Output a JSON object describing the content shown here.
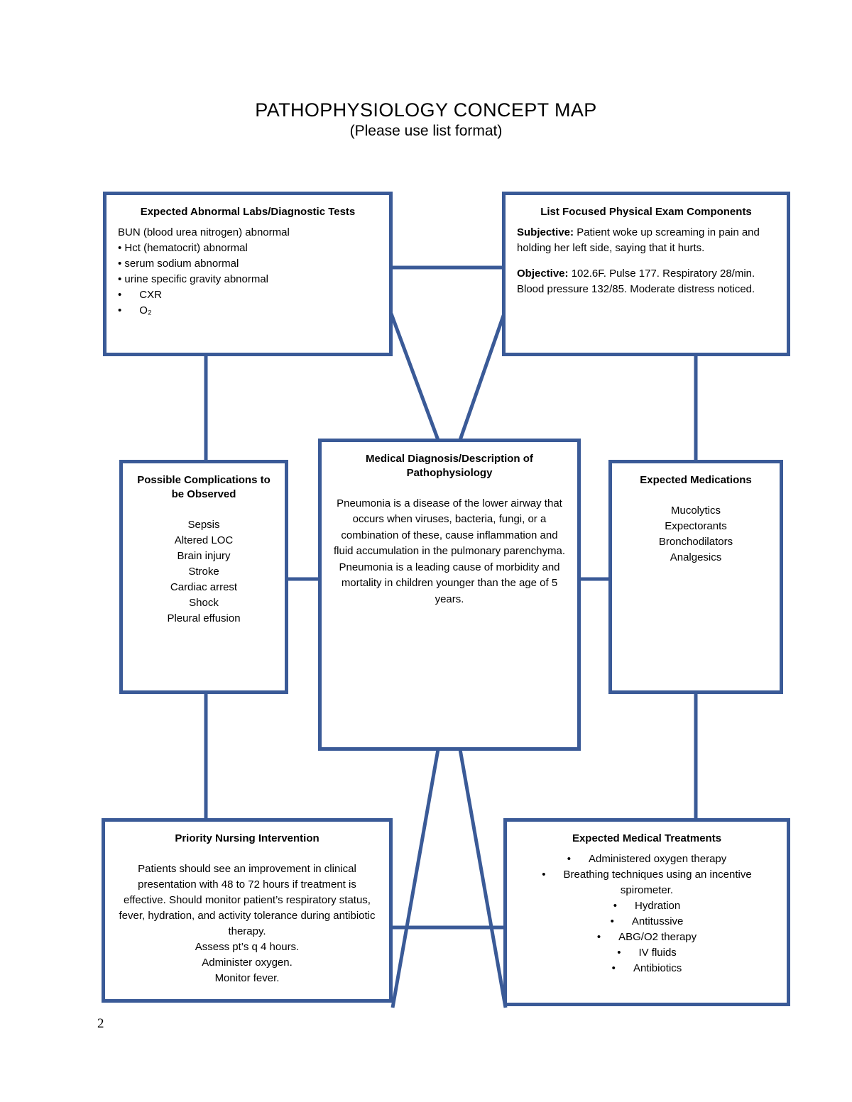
{
  "header": {
    "title": "PATHOPHYSIOLOGY CONCEPT MAP",
    "subtitle": "(Please use list format)"
  },
  "colors": {
    "box_border": "#3a5a97",
    "connector": "#3a5a97",
    "text": "#000000",
    "background": "#ffffff"
  },
  "page_number": "2",
  "nodes": {
    "labs": {
      "title": "Expected Abnormal Labs/Diagnostic Tests",
      "lines": [
        "BUN (blood urea nitrogen) abnormal",
        "Hct (hematocrit) abnormal",
        "serum sodium abnormal",
        "urine specific gravity abnormal",
        "CXR",
        "O₂"
      ]
    },
    "exam": {
      "title": "List Focused Physical Exam Components",
      "subjective_label": "Subjective:",
      "subjective_text": " Patient woke up screaming in pain and holding her left side, saying that it hurts.",
      "objective_label": "Objective:",
      "objective_text": " 102.6F. Pulse 177. Respiratory 28/min. Blood pressure 132/85. Moderate distress noticed."
    },
    "complications": {
      "title": "Possible Complications to be Observed",
      "items": [
        "Sepsis",
        "Altered LOC",
        "Brain injury",
        "Stroke",
        "Cardiac arrest",
        "Shock",
        "Pleural effusion"
      ]
    },
    "diagnosis": {
      "title": "Medical Diagnosis/Description of Pathophysiology",
      "text": "Pneumonia is a disease of the lower airway that occurs when viruses, bacteria, fungi, or a combination of these, cause inflammation and fluid accumulation in the pulmonary parenchyma. Pneumonia is a leading cause of morbidity and mortality in children younger than the age of 5 years."
    },
    "medications": {
      "title": "Expected Medications",
      "items": [
        "Mucolytics",
        "Expectorants",
        "Bronchodilators",
        "Analgesics"
      ]
    },
    "nursing": {
      "title": "Priority Nursing Intervention",
      "paragraph": "Patients should see an improvement in clinical presentation with 48 to 72 hours if treatment is effective. Should monitor patient’s respiratory status, fever, hydration, and activity tolerance during antibiotic therapy.",
      "extra_lines": [
        "Assess pt’s q 4 hours.",
        "Administer oxygen.",
        "Monitor fever."
      ]
    },
    "treatments": {
      "title": "Expected Medical Treatments",
      "items": [
        "Administered oxygen therapy",
        "Breathing techniques using an incentive spirometer.",
        "Hydration",
        "Antitussive",
        "ABG/O2 therapy",
        "IV fluids",
        "Antibiotics"
      ]
    }
  }
}
